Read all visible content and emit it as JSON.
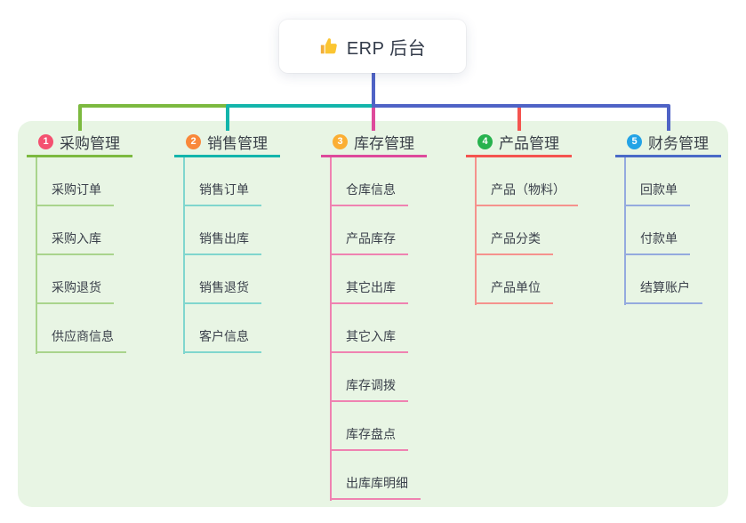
{
  "root": {
    "title": "ERP 后台",
    "icon": "thumbs-up"
  },
  "panel": {
    "background": "#e8f5e4"
  },
  "connector": {
    "trunk_color": "#4f63c6"
  },
  "branches": [
    {
      "num": "1",
      "label": "采购管理",
      "badge_color": "#f45170",
      "line_color": "#7cb93f",
      "sub_line_color": "#a9d48c",
      "children": [
        "采购订单",
        "采购入库",
        "采购退货",
        "供应商信息"
      ]
    },
    {
      "num": "2",
      "label": "销售管理",
      "badge_color": "#f9883a",
      "line_color": "#13b5ab",
      "sub_line_color": "#80d6ce",
      "children": [
        "销售订单",
        "销售出库",
        "销售退货",
        "客户信息"
      ]
    },
    {
      "num": "3",
      "label": "库存管理",
      "badge_color": "#fbae33",
      "line_color": "#de4a9b",
      "sub_line_color": "#ef82b1",
      "children": [
        "仓库信息",
        "产品库存",
        "其它出库",
        "其它入库",
        "库存调拨",
        "库存盘点",
        "出库库明细"
      ]
    },
    {
      "num": "4",
      "label": "产品管理",
      "badge_color": "#27b24e",
      "line_color": "#f4544f",
      "sub_line_color": "#f5928d",
      "children": [
        "产品（物料）",
        "产品分类",
        "产品单位"
      ]
    },
    {
      "num": "5",
      "label": "财务管理",
      "badge_color": "#23a3e6",
      "line_color": "#4a6ac7",
      "sub_line_color": "#94aade",
      "children": [
        "回款单",
        "付款单",
        "结算账户"
      ]
    }
  ]
}
